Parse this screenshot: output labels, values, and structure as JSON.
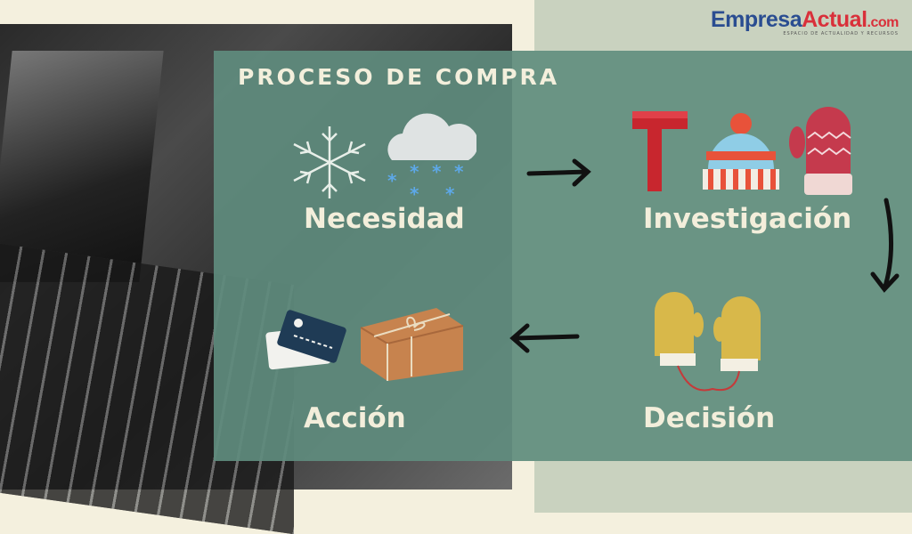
{
  "logo": {
    "part1": "Empresa",
    "part2": "Actual",
    "part3": ".com",
    "tagline": "ESPACIO DE ACTUALIDAD Y RECURSOS"
  },
  "title": "PROCESO DE COMPRA",
  "steps": [
    {
      "label": "Necesidad",
      "icons": [
        "snowflake-icon",
        "snow-cloud-icon"
      ]
    },
    {
      "label": "Investigación",
      "icons": [
        "scarf-icon",
        "beanie-icon",
        "mitten-icon"
      ]
    },
    {
      "label": "Decisión",
      "icons": [
        "mittens-icon"
      ]
    },
    {
      "label": "Acción",
      "icons": [
        "credit-cards-icon",
        "package-icon"
      ]
    }
  ],
  "colors": {
    "panel": "#608c7e",
    "text": "#f3eedb",
    "brand_blue": "#2a4d91",
    "brand_red": "#d9303a"
  }
}
